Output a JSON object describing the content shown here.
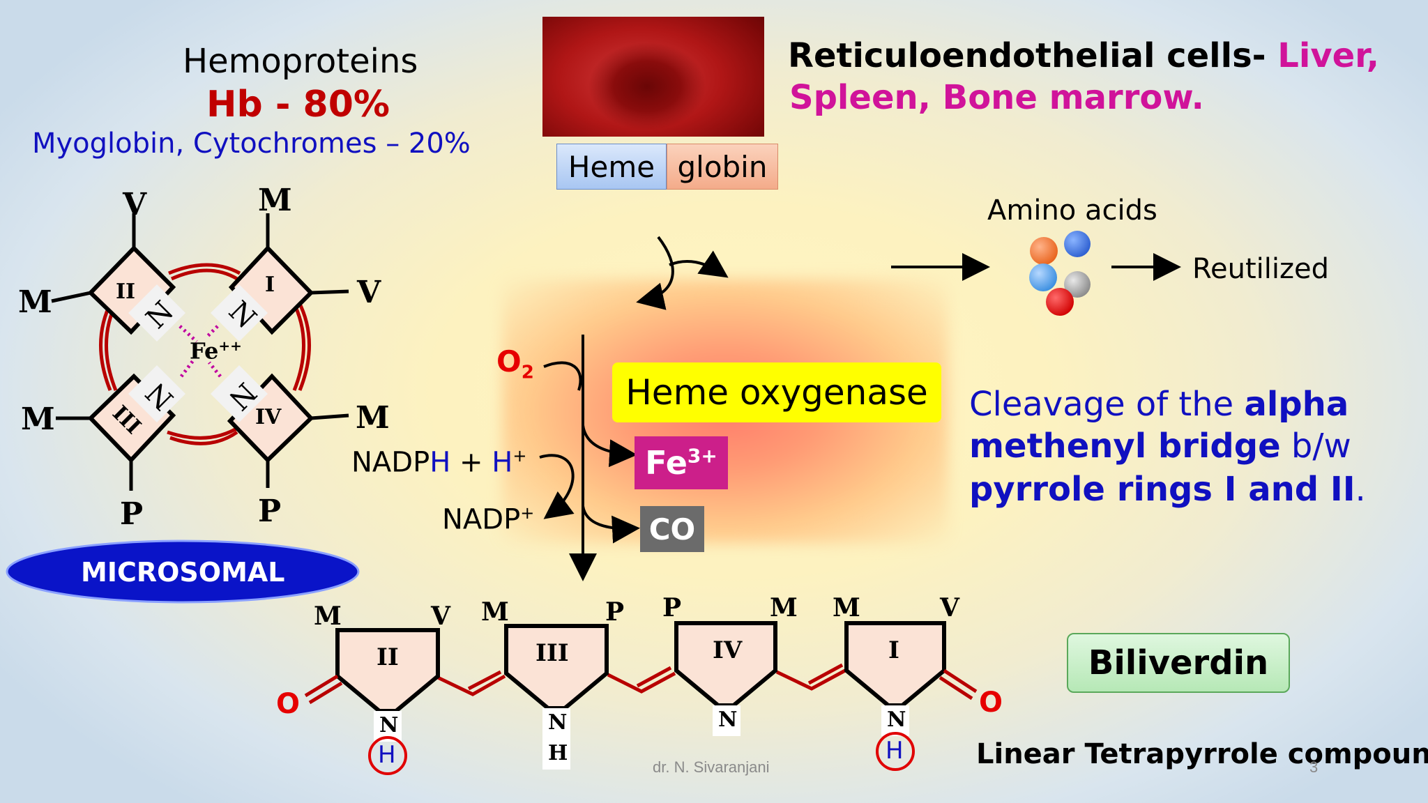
{
  "hemoproteins": {
    "title": "Hemoproteins",
    "hb": "Hb - 80%",
    "others": "Myoglobin, Cytochromes – 20%"
  },
  "heme_globin": {
    "heme": "Heme",
    "globin": "globin"
  },
  "re_cells": {
    "label": "Reticuloendothelial cells-",
    "liver": "Liver,",
    "rest": "Spleen, Bone marrow."
  },
  "amino_acids": "Amino acids",
  "reutilized": "Reutilized",
  "porphyrin": {
    "fe": "Fe",
    "fe_charge": "++",
    "nitrogen": "N",
    "rings": [
      "II",
      "I",
      "III",
      "IV"
    ],
    "substituents": {
      "top_left": "V",
      "top_right": "M",
      "left_upper": "M",
      "right_upper": "V",
      "left_lower": "M",
      "right_lower": "M",
      "bottom_left": "P",
      "bottom_right": "P"
    }
  },
  "microsomal": "MICROSOMAL",
  "reaction": {
    "o2": "O",
    "o2_sub": "2",
    "nadph": "NADP",
    "nadph_h": "H",
    "plus": "+",
    "h_plus": "H",
    "h_charge": "+",
    "nadp": "NADP",
    "nadp_charge": "+",
    "enzyme": "Heme oxygenase",
    "fe3": "Fe",
    "fe3_charge": "3+",
    "co": "CO"
  },
  "cleavage": {
    "line1_a": "Cleavage of the",
    "line1_b": "alpha",
    "line2_a": "methenyl bridge",
    "line2_b": "b/w",
    "line3_a": "pyrrole rings I and II",
    "line3_b": "."
  },
  "biliverdin": {
    "rings": [
      "II",
      "III",
      "IV",
      "I"
    ],
    "top_labels": [
      "M",
      "V",
      "M",
      "P",
      "P",
      "M",
      "M",
      "V"
    ],
    "oxygen": "O",
    "n": "N",
    "h": "H",
    "name": "Biliverdin",
    "description": "Linear Tetrapyrrole compound"
  },
  "footer": {
    "author": "dr. N. Sivaranjani",
    "page": "3"
  },
  "colors": {
    "hb_red": "#c00000",
    "blue_text": "#1010c0",
    "magenta": "#d0139a",
    "enzyme_yellow": "#ffff00",
    "fe3_box": "#cc1f8a",
    "co_box": "#6b6b6b",
    "microsomal_bg": "#0a14c8",
    "biliverdin_bg": "#c8f0c8",
    "ring_fill": "#f8d9c8"
  }
}
